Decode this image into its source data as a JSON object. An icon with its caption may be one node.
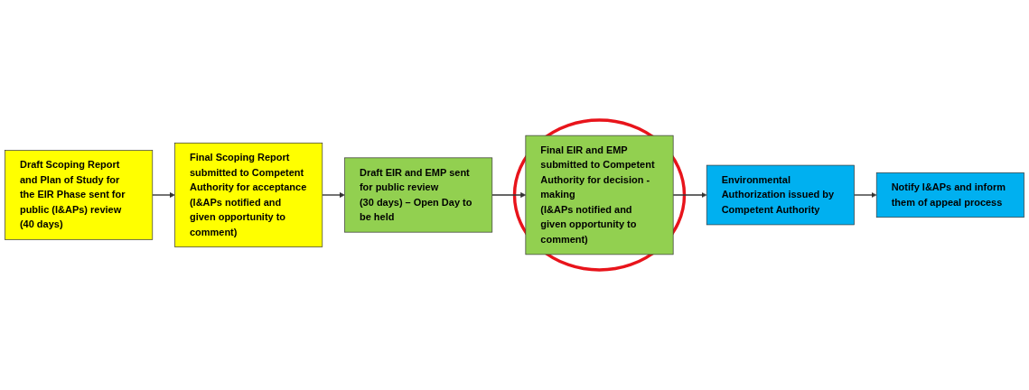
{
  "diagram": {
    "nodes": [
      {
        "text": [
          "Draft Scoping Report and Plan of Study for the EIR Phase sent for public (I&APs) review (40 days)"
        ]
      },
      {
        "text": [
          "Final Scoping Report submitted to Competent Authority for acceptance",
          "(I&APs notified and given opportunity to comment)"
        ]
      },
      {
        "text": [
          "Draft EIR and EMP sent for public review",
          "(30 days) – Open Day to be held"
        ]
      },
      {
        "text": [],
        "shape": "ellipse"
      },
      {
        "text": [
          "Final EIR and EMP submitted to Competent Authority for decision - making",
          "(I&APs notified and given opportunity to comment)"
        ],
        "in": 3
      },
      {
        "text": [
          "Environmental Authorization issued by Competent Authority"
        ]
      },
      {
        "text": [
          "Notify I&APs and inform them of appeal process"
        ]
      }
    ],
    "edges": [
      {
        "from": 0,
        "to": 1,
        "arrow": "to"
      },
      {
        "from": 1,
        "to": 2,
        "arrow": "to"
      },
      {
        "from": 2,
        "to": 4,
        "arrow": "to"
      },
      {
        "from": 4,
        "to": 5,
        "arrow": "to"
      },
      {
        "from": 5,
        "to": 6,
        "arrow": "to"
      }
    ]
  }
}
